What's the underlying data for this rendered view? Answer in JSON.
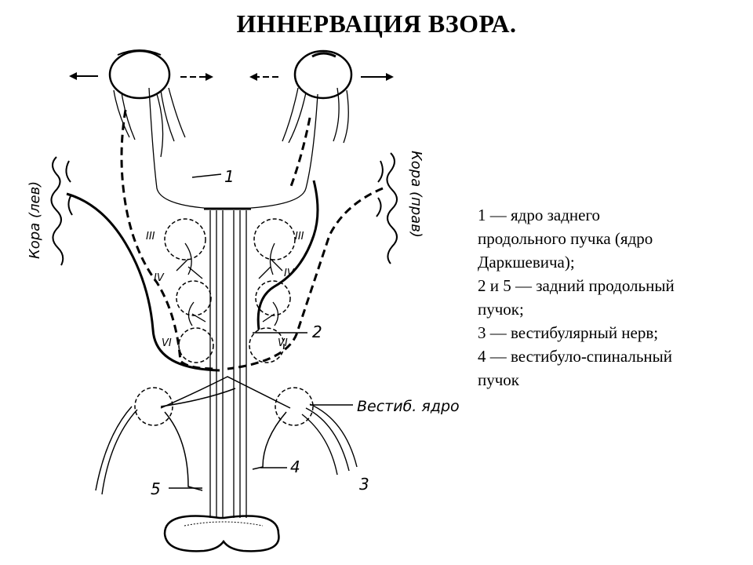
{
  "title": "ИННЕРВАЦИЯ ВЗОРА.",
  "diagram": {
    "labels": {
      "n1": "1",
      "n2": "2",
      "n3": "3",
      "n4": "4",
      "n5": "5",
      "cortex_left": "Кора (лев)",
      "cortex_right": "Кора (прав)",
      "vestib_nucleus": "Вестиб. ядро",
      "nerve_III": "III",
      "nerve_IV": "IV",
      "nerve_VI": "VI"
    }
  },
  "legend": [
    "1 — ядро заднего",
    "продольного пучка (ядро",
    "Даркшевича);",
    "2 и 5 — задний продольный",
    "пучок;",
    "3 — вестибулярный нерв;",
    "4 — вестибуло-спинальный",
    "пучок"
  ]
}
